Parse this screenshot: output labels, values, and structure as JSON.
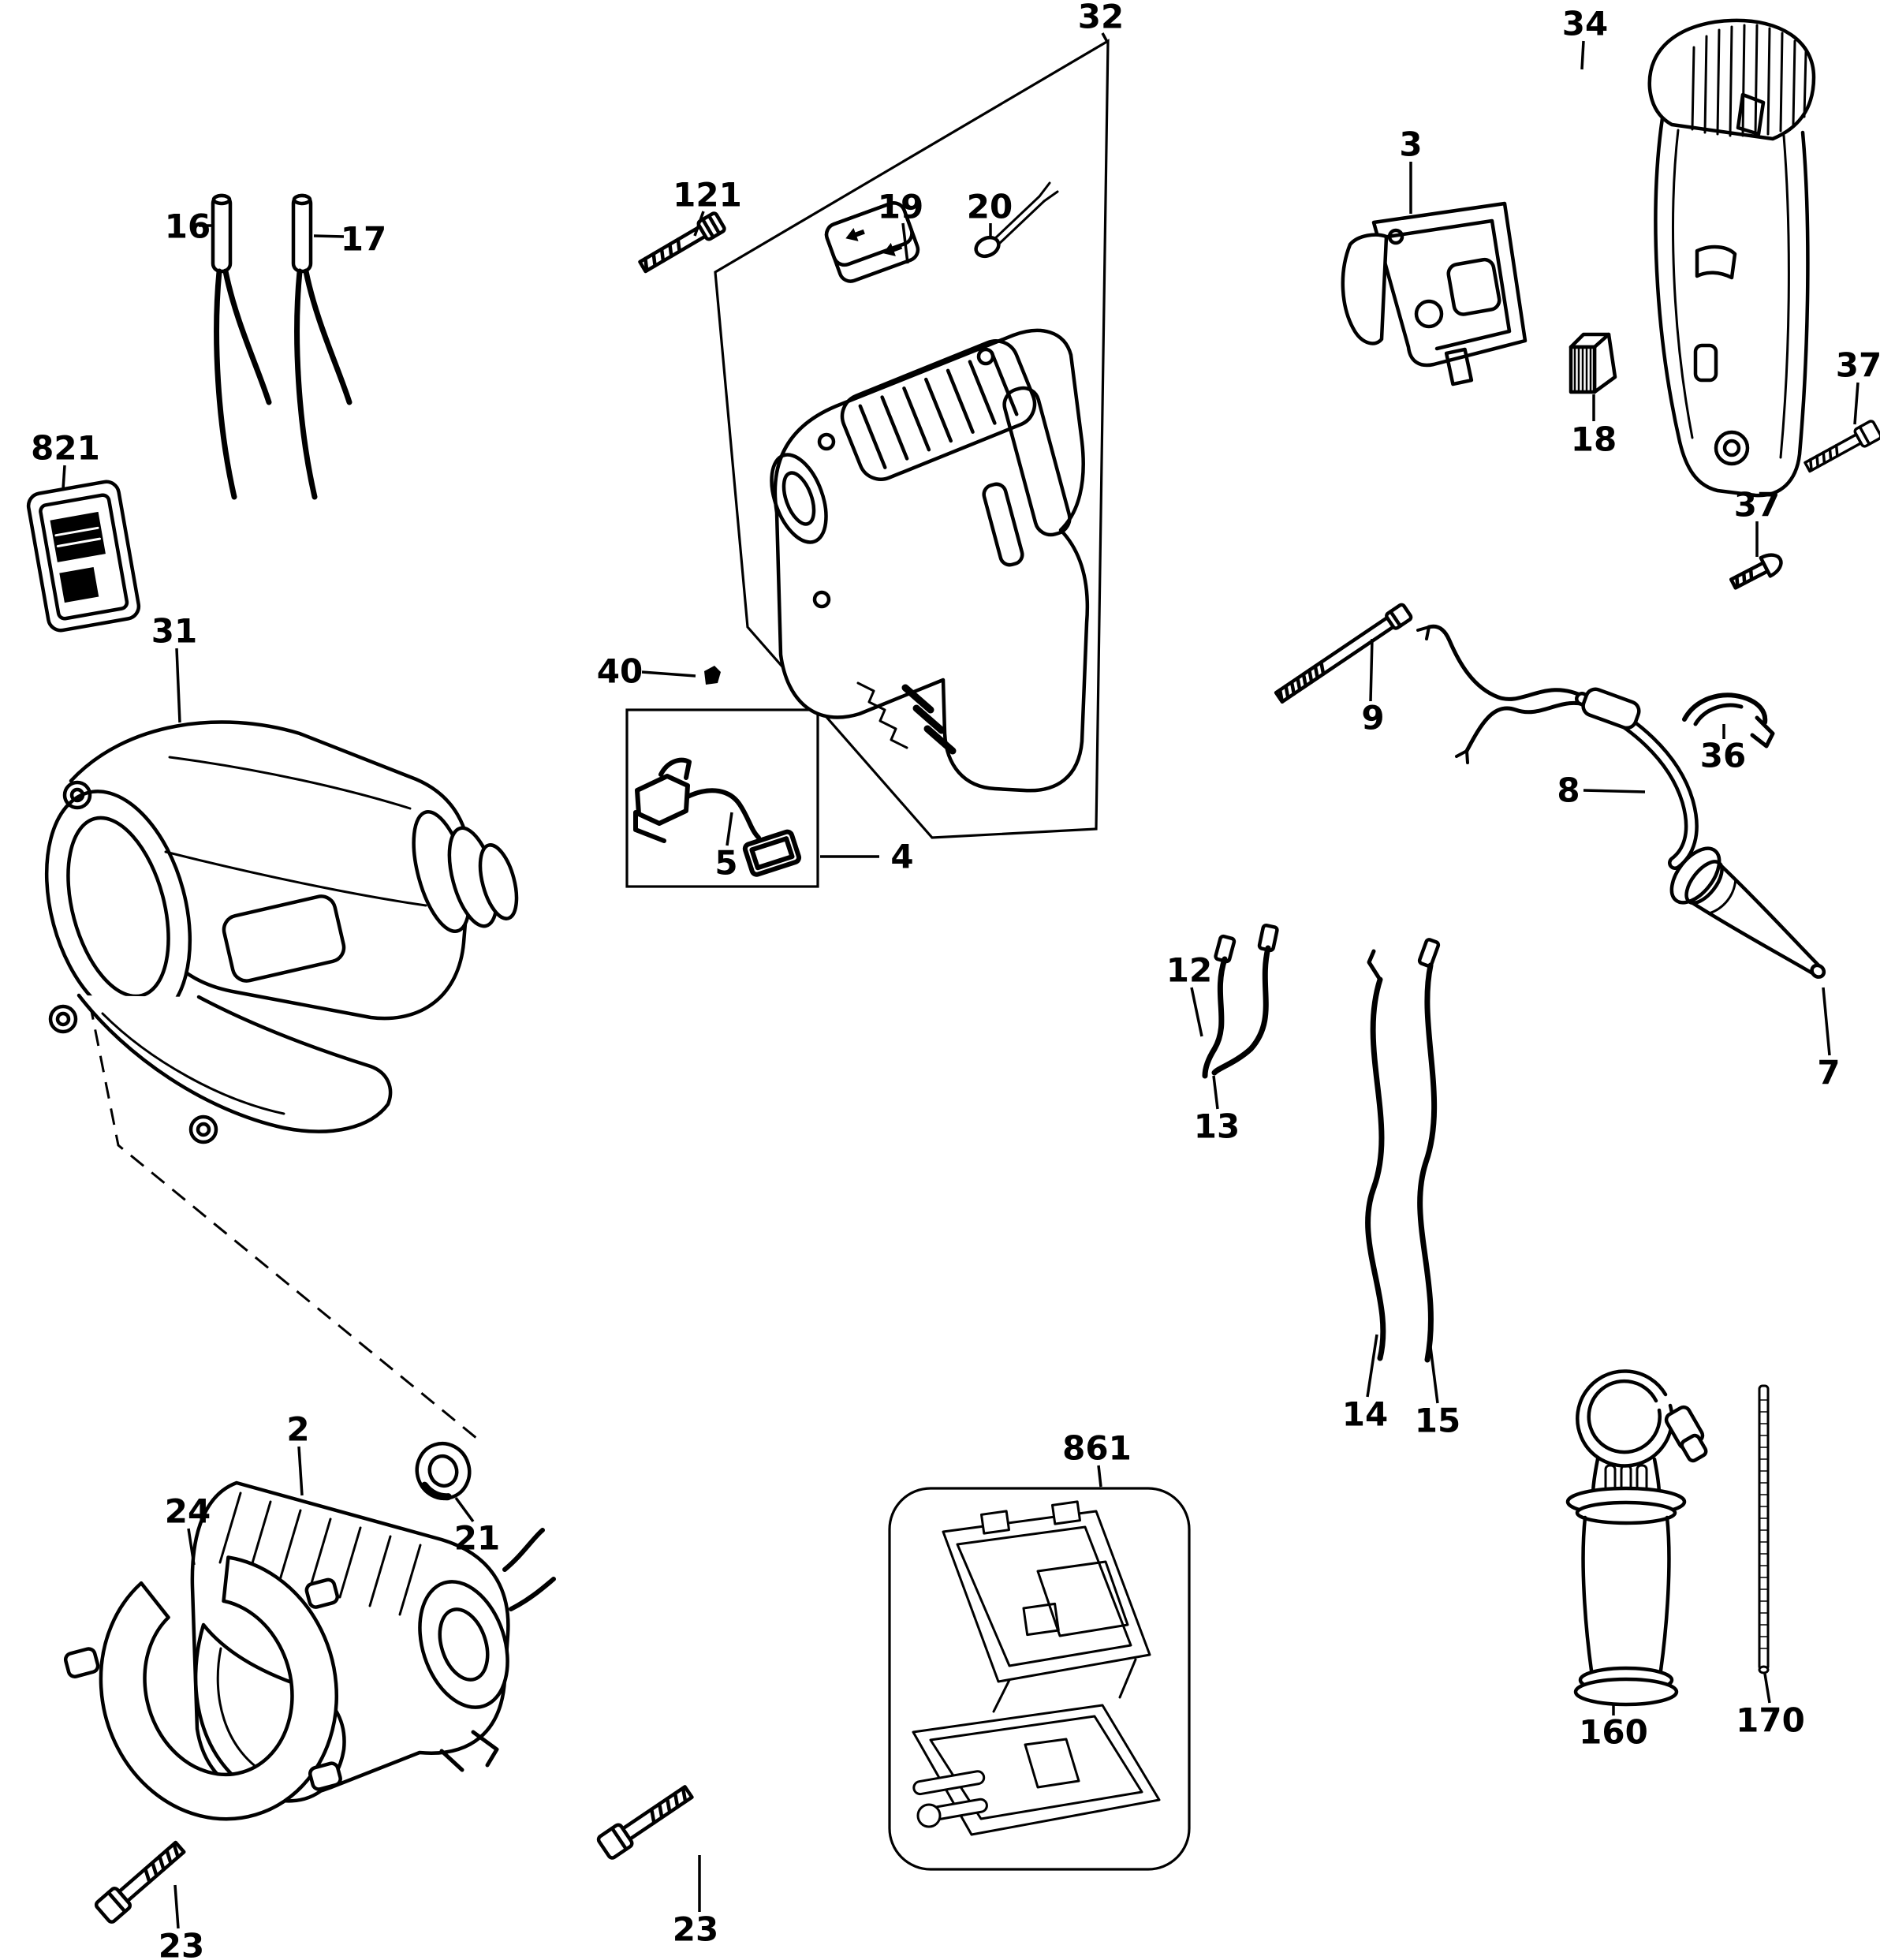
{
  "diagram": {
    "type": "exploded-parts-diagram",
    "background": "#ffffff",
    "line_color": "#000000"
  },
  "callouts": {
    "c2": "2",
    "c3": "3",
    "c4": "4",
    "c5": "5",
    "c7": "7",
    "c8": "8",
    "c9": "9",
    "c12": "12",
    "c13": "13",
    "c14": "14",
    "c15": "15",
    "c16": "16",
    "c17": "17",
    "c18": "18",
    "c19": "19",
    "c20": "20",
    "c21": "21",
    "c23a": "23",
    "c23b": "23",
    "c24": "24",
    "c31": "31",
    "c32": "32",
    "c34": "34",
    "c36": "36",
    "c37a": "37",
    "c37b": "37",
    "c40": "40",
    "c121": "121",
    "c160": "160",
    "c170": "170",
    "c821": "821",
    "c861": "861"
  }
}
